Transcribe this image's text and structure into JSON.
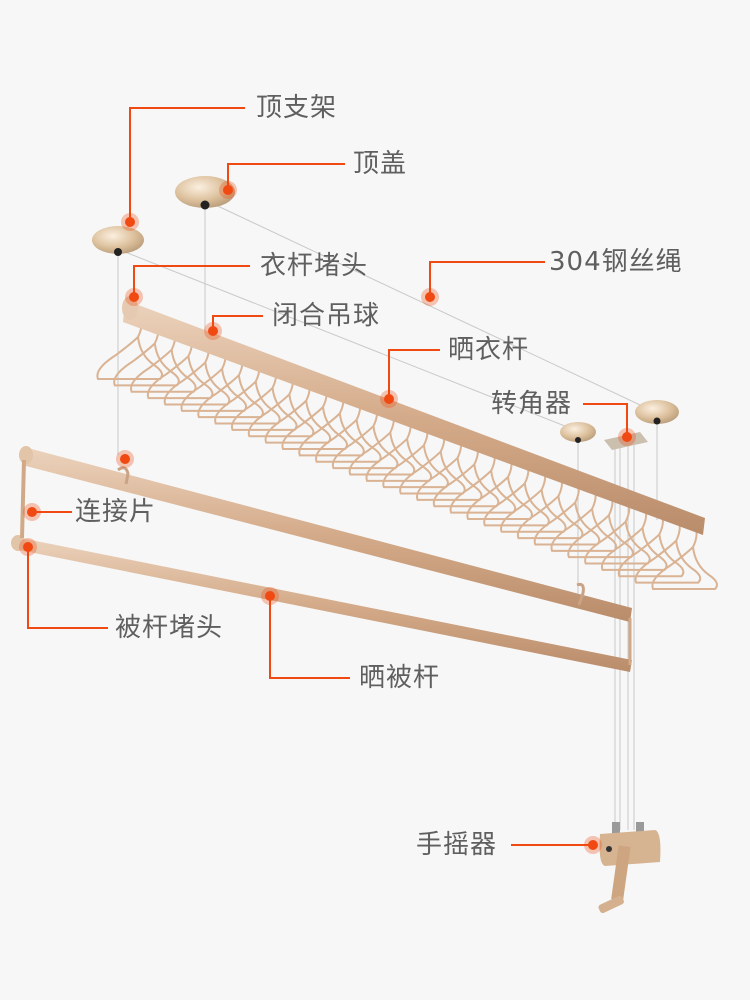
{
  "diagram": {
    "subject": "manual lifting clothes drying rack",
    "accent_color": "#f04a12",
    "rod_color": "#d9b393",
    "labels": [
      {
        "id": "top-bracket",
        "text": "顶支架"
      },
      {
        "id": "top-cover",
        "text": "顶盖"
      },
      {
        "id": "clothes-rod-end-cap",
        "text": "衣杆堵头"
      },
      {
        "id": "steel-wire-rope",
        "text": "304钢丝绳"
      },
      {
        "id": "closing-hanging-ball",
        "text": "闭合吊球"
      },
      {
        "id": "clothes-drying-rod",
        "text": "晒衣杆"
      },
      {
        "id": "corner-device",
        "text": "转角器"
      },
      {
        "id": "connecting-piece",
        "text": "连接片"
      },
      {
        "id": "quilt-rod-end-cap",
        "text": "被杆堵头"
      },
      {
        "id": "quilt-drying-rod",
        "text": "晒被杆"
      },
      {
        "id": "hand-crank",
        "text": "手摇器"
      }
    ]
  }
}
